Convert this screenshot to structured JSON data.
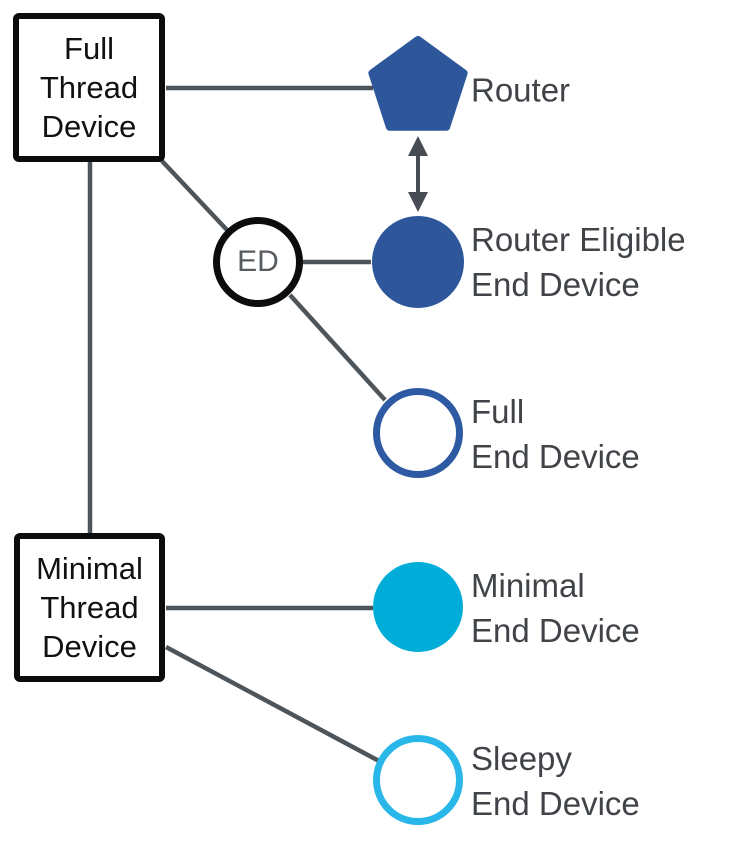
{
  "diagram": {
    "kind": "thread-network-device-types",
    "nodes": {
      "full_thread_device": {
        "label": "Full\nThread\nDevice",
        "shape": "square-outline",
        "color": "#0c0c0c"
      },
      "minimal_thread_device": {
        "label": "Minimal\nThread\nDevice",
        "shape": "square-outline",
        "color": "#0c0c0c"
      },
      "ed_badge": {
        "label": "ED",
        "shape": "circle-outline",
        "color": "#0c0c0c"
      },
      "router": {
        "label": "Router",
        "shape": "pentagon-filled",
        "color": "#2d569b"
      },
      "router_eligible_end_device": {
        "label": "Router Eligible\nEnd Device",
        "shape": "circle-filled",
        "color": "#2d569b"
      },
      "full_end_device": {
        "label": "Full\nEnd Device",
        "shape": "circle-outline",
        "color": "#2e5aa3"
      },
      "minimal_end_device": {
        "label": "Minimal\nEnd Device",
        "shape": "circle-filled",
        "color": "#00acd8"
      },
      "sleepy_end_device": {
        "label": "Sleepy\nEnd Device",
        "shape": "circle-outline",
        "color": "#29b6e8"
      }
    },
    "edges": [
      {
        "from": "full_thread_device",
        "to": "router",
        "style": "plain"
      },
      {
        "from": "full_thread_device",
        "to": "minimal_thread_device",
        "style": "plain"
      },
      {
        "from": "full_thread_device",
        "to": "ed_badge",
        "style": "plain"
      },
      {
        "from": "ed_badge",
        "to": "router_eligible_end_device",
        "style": "plain"
      },
      {
        "from": "ed_badge",
        "to": "full_end_device",
        "style": "plain"
      },
      {
        "from": "router",
        "to": "router_eligible_end_device",
        "style": "double-arrow"
      },
      {
        "from": "minimal_thread_device",
        "to": "minimal_end_device",
        "style": "plain"
      },
      {
        "from": "minimal_thread_device",
        "to": "sleepy_end_device",
        "style": "plain"
      }
    ],
    "colors": {
      "brand_blue": "#2d569b",
      "ring_blue": "#2e5aa3",
      "cyan": "#00acd8",
      "ring_cyan": "#29b6e8",
      "connector_gray": "#4d545a",
      "arrow_gray": "#474c52",
      "label_gray": "#404448",
      "ed_text_gray": "#575c61",
      "background": "#ffffff"
    }
  }
}
